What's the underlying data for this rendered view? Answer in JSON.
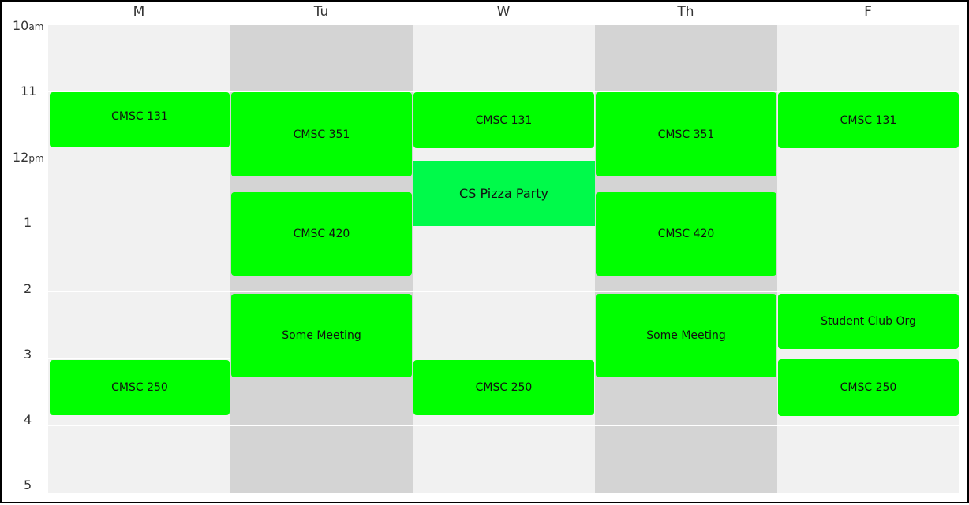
{
  "days": [
    "M",
    "Tu",
    "W",
    "Th",
    "F"
  ],
  "times": [
    {
      "label": "10",
      "suffix": "am"
    },
    {
      "label": "11",
      "suffix": ""
    },
    {
      "label": "12",
      "suffix": "pm"
    },
    {
      "label": "1",
      "suffix": ""
    },
    {
      "label": "2",
      "suffix": ""
    },
    {
      "label": "3",
      "suffix": ""
    },
    {
      "label": "4",
      "suffix": ""
    },
    {
      "label": "5",
      "suffix": ""
    }
  ],
  "events": {
    "m_cmsc131": "CMSC 131",
    "m_cmsc250": "CMSC 250",
    "tu_cmsc351": "CMSC 351",
    "tu_cmsc420": "CMSC 420",
    "tu_meeting": "Some Meeting",
    "w_cmsc131": "CMSC 131",
    "w_pizza": "CS Pizza Party",
    "w_cmsc250": "CMSC 250",
    "th_cmsc351": "CMSC 351",
    "th_cmsc420": "CMSC 420",
    "th_meeting": "Some Meeting",
    "f_cmsc131": "CMSC 131",
    "f_club": "Student Club Org",
    "f_cmsc250": "CMSC 250"
  },
  "colors": {
    "event": "#00ff00",
    "special_event": "#00fa4a",
    "column_light": "#f1f1f1",
    "column_dark": "#d4d4d4"
  }
}
